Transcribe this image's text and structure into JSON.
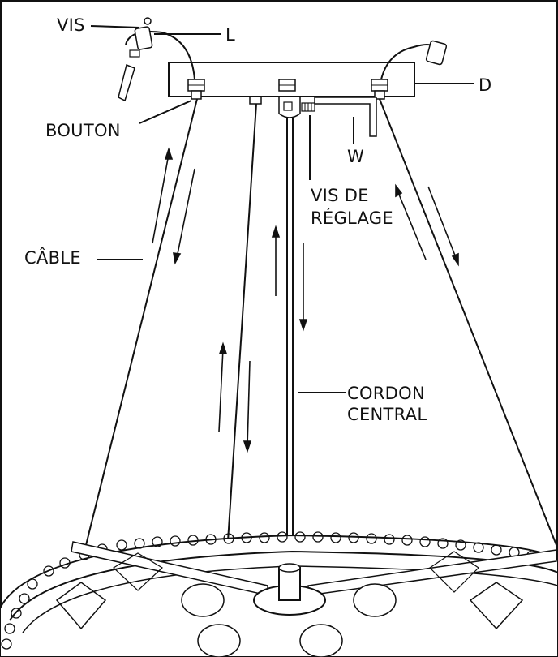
{
  "labels": {
    "vis": "VIS",
    "l": "L",
    "d": "D",
    "bouton": "BOUTON",
    "w": "W",
    "vis_de_line1": "VIS DE",
    "vis_de_line2": "RÉGLAGE",
    "cable": "CÂBLE",
    "cordon_line1": "CORDON",
    "cordon_line2": "CENTRAL"
  },
  "colors": {
    "ink": "#111111",
    "background": "#ffffff"
  }
}
